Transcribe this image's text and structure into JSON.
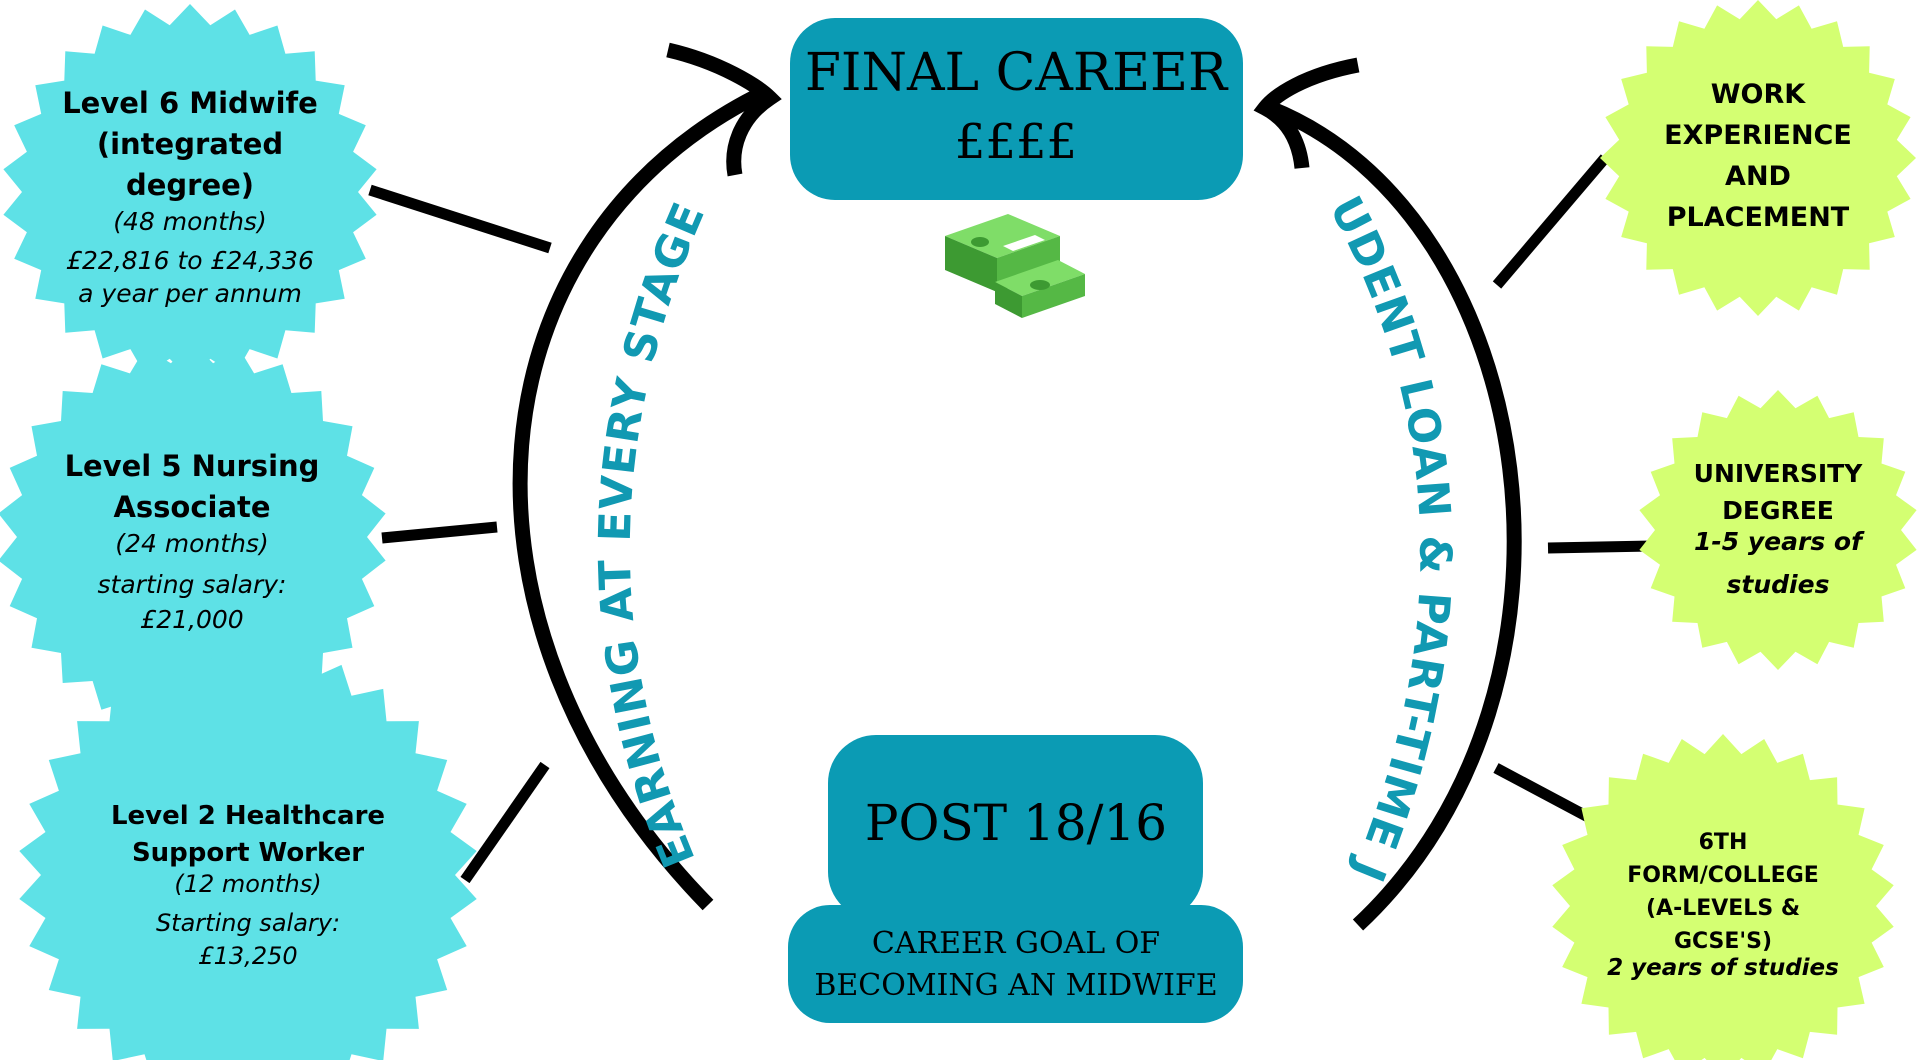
{
  "colors": {
    "box_teal": "#0b9bb4",
    "cyan_burst": "#5ee1e6",
    "green_burst": "#d4ff72",
    "arc_text": "#1199b2",
    "money_green": "#5fbf4a"
  },
  "final_career": {
    "title": "FINAL CAREER",
    "pounds": "££££"
  },
  "money_icon": "money-stack-icon",
  "post": {
    "title": "POST 18/16",
    "goal_line1": "CAREER GOAL OF",
    "goal_line2": "BECOMING AN MIDWIFE"
  },
  "arcs": {
    "left_label": "EARNING AT EVERY STAGE",
    "right_label": "STUDENT LOAN & PART-TIME JOB"
  },
  "left_path": [
    {
      "title_lines": [
        "Level 6 Midwife",
        "(integrated",
        "degree)"
      ],
      "detail_lines": [
        "(48 months)",
        "£22,816 to £24,336",
        "a year per annum"
      ]
    },
    {
      "title_lines": [
        "Level 5 Nursing",
        "Associate"
      ],
      "detail_lines": [
        "(24 months)",
        "starting salary:",
        "£21,000"
      ]
    },
    {
      "title_lines": [
        "Level 2 Healthcare",
        "Support Worker"
      ],
      "detail_lines": [
        "(12 months)",
        "Starting salary:",
        "£13,250"
      ]
    }
  ],
  "right_path": [
    {
      "title_lines": [
        "WORK",
        "EXPERIENCE",
        "AND",
        "PLACEMENT"
      ],
      "detail_lines": []
    },
    {
      "title_lines": [
        "UNIVERSITY",
        "DEGREE"
      ],
      "detail_lines": [
        "1-5 years of",
        "studies"
      ]
    },
    {
      "title_lines": [
        "6TH",
        "FORM/COLLEGE",
        "(A-LEVELS &",
        "GCSE'S)"
      ],
      "detail_lines": [
        "2 years of studies"
      ]
    }
  ]
}
